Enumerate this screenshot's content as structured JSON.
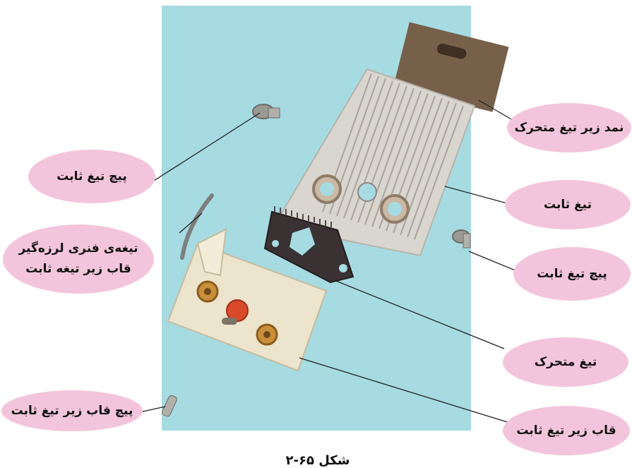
{
  "labels": {
    "felt": "نمد زیر تیغ متحرک",
    "screw_top_left": "پیچ تیغ ثابت",
    "fixed_blade": "تیغ ثابت",
    "spring_line1": "تیغه‌ی فنری لرزه‌گیر",
    "spring_line2": "قاب زیر تیغه ثابت",
    "screw_right": "پیچ تیغ ثابت",
    "moving_blade": "تیغ متحرک",
    "frame_screw": "پیچ قاب زیر تیغ ثابت",
    "frame": "قاب زیر تیغ ثابت"
  },
  "caption": "شکل ۶۵-۲",
  "colors": {
    "background": "#a6dbe2",
    "label_fill": "#f3c5dc",
    "frame_part": "#ece4cc",
    "moving_blade": "#3a3133",
    "felt": "#76604a",
    "fixed_blade": "#d9d6cf"
  }
}
